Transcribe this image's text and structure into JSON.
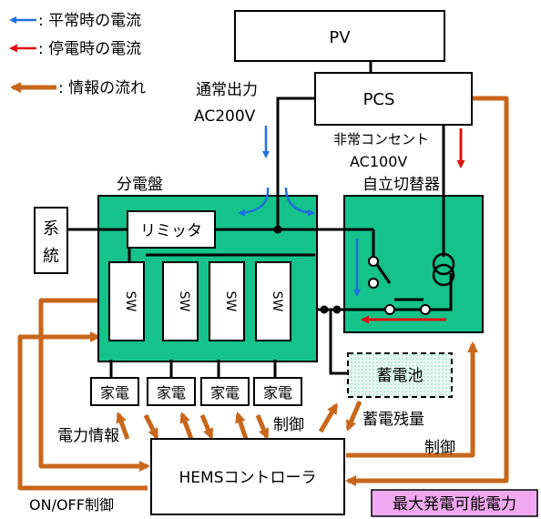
{
  "legend": {
    "normal": ": 平常時の電流",
    "outage": ": 停電時の電流",
    "info": ": 情報の流れ"
  },
  "pv": "PV",
  "pcs": "PCS",
  "normal_output_line1": "通常出力",
  "normal_output_line2": "AC200V",
  "emergency_outlet_line1": "非常コンセント",
  "emergency_outlet_line2": "AC100V",
  "self_switch": "自立切替器",
  "distribution_board": "分電盤",
  "grid_line1": "系",
  "grid_line2": "統",
  "limiter": "リミッタ",
  "breakers": [
    "SW",
    "SW",
    "SW",
    "SW"
  ],
  "appliances": [
    "家電",
    "家電",
    "家電",
    "家電"
  ],
  "battery": "蓄電池",
  "battery_level": "蓄電残量",
  "control_1": "制御",
  "control_2": "制御",
  "power_info": "電力情報",
  "onoff_control": "ON/OFF制御",
  "hems": "HEMSコントローラ",
  "max_generation": "最大発電可能電力",
  "colors": {
    "normal_current": "#1e6fe0",
    "outage_current": "#e01010",
    "info_flow": "#c8661a",
    "panel_green": "#14c28a",
    "battery_fill": "#d6f2ea",
    "highlight_pink": "#f0a8f0"
  }
}
